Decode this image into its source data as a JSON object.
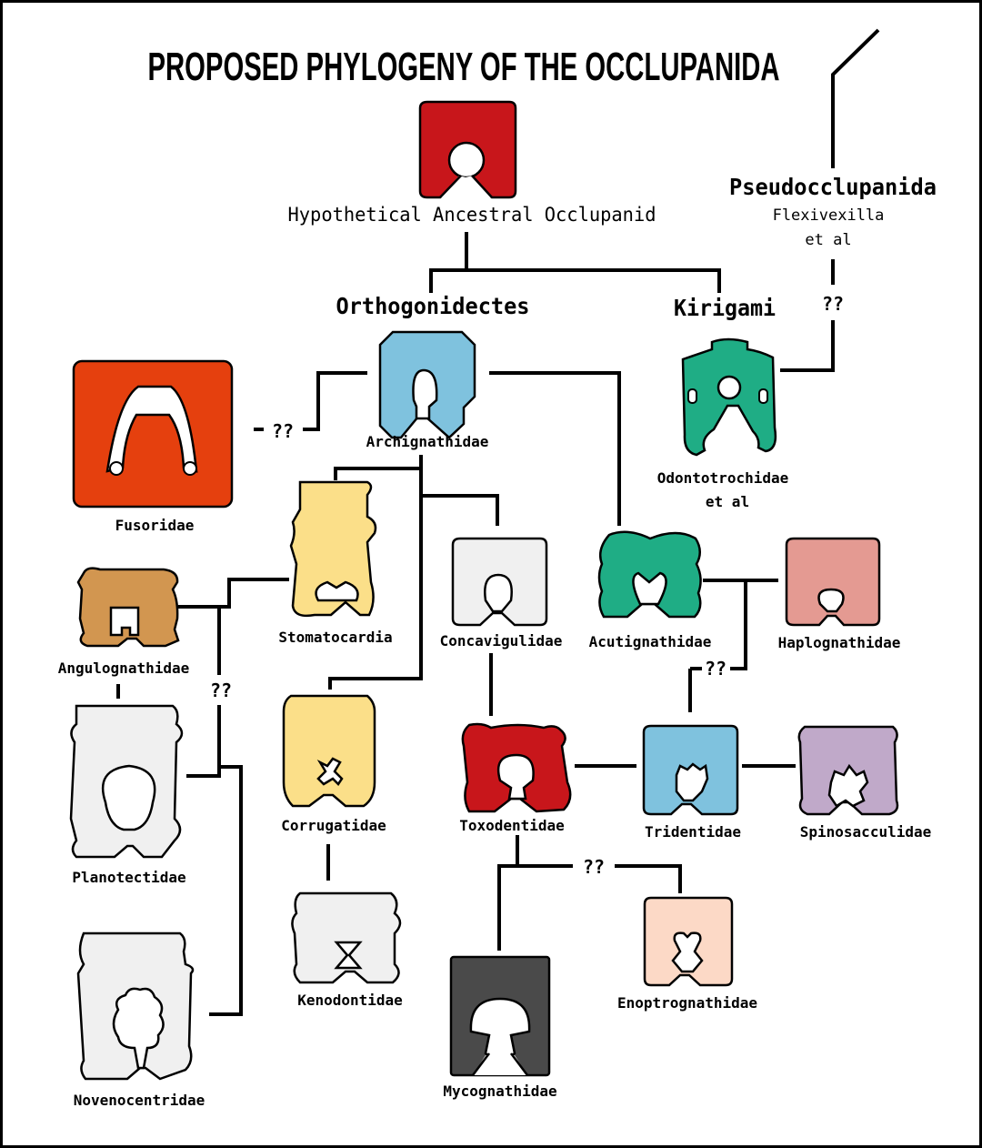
{
  "title": "PROPOSED PHYLOGENY OF THE OCCLUPANIDA",
  "uncertain_marker": "??",
  "colors": {
    "red": "#c8161b",
    "blue": "#7fc2de",
    "green": "#1fad85",
    "orange": "#e5400e",
    "tan": "#d29650",
    "yellow": "#fbdf89",
    "light_gray": "#f0f0f0",
    "salmon": "#e49a92",
    "purple": "#c0a9c9",
    "peach": "#fcd9c6",
    "dark_gray": "#4a4a4a"
  },
  "clades": {
    "ancestor": "Hypothetical Ancestral Occlupanid",
    "orthogonidectes": "Orthogonidectes",
    "kirigami": "Kirigami",
    "pseudo": "Pseudocclupanida",
    "pseudo_sub1": "Flexivexilla",
    "pseudo_sub2": "et al"
  },
  "taxa": {
    "archignathidae": "Archignathidae",
    "fusoridae": "Fusoridae",
    "odontotrochidae_1": "Odontotrochidae",
    "odontotrochidae_2": "et al",
    "angulognathidae": "Angulognathidae",
    "stomatocardia": "Stomatocardia",
    "concavigulidae": "Concavigulidae",
    "acutignathidae": "Acutignathidae",
    "haplognathidae": "Haplognathidae",
    "planotectidae": "Planotectidae",
    "corrugatidae": "Corrugatidae",
    "toxodentidae": "Toxodentidae",
    "tridentidae": "Tridentidae",
    "spinosacculidae": "Spinosacculidae",
    "kenodontidae": "Kenodontidae",
    "enoptrognathidae": "Enoptrognathidae",
    "mycognathidae": "Mycognathidae",
    "novenocentridae": "Novenocentridae"
  }
}
